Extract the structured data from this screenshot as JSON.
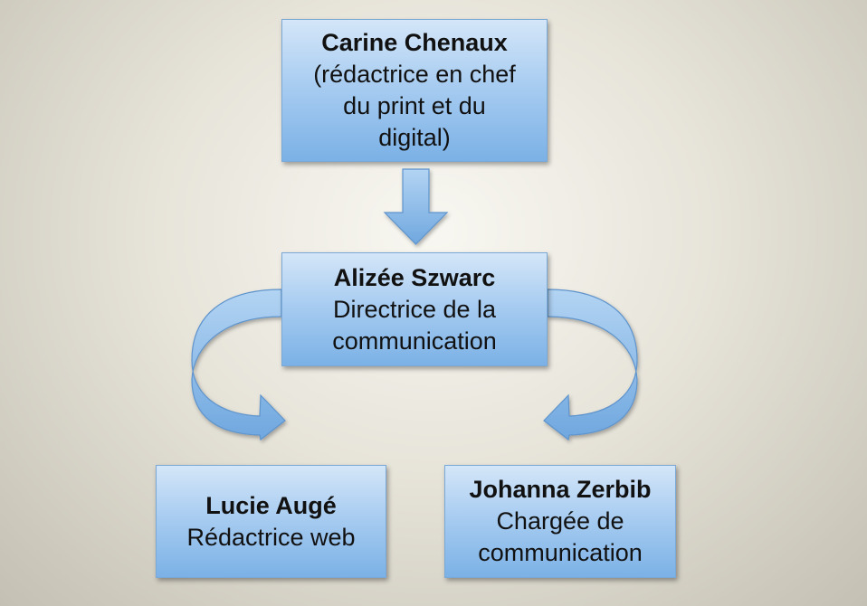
{
  "nodes": {
    "top": {
      "name": "Carine Chenaux",
      "role": "(rédactrice en chef\ndu print et du\ndigital)"
    },
    "mid": {
      "name": "Alizée Szwarc",
      "role": "Directrice de la\ncommunication"
    },
    "left": {
      "name": "Lucie Augé",
      "role": "Rédactrice web"
    },
    "right": {
      "name": "Johanna Zerbib",
      "role": "Chargée de\ncommunication"
    }
  },
  "colors": {
    "box_light": "#d4e6f8",
    "box_dark": "#7bb1e6",
    "box_border": "#7aa9d8",
    "arrow_fill": "#8dbde9",
    "arrow_stroke": "#5f94cc"
  }
}
